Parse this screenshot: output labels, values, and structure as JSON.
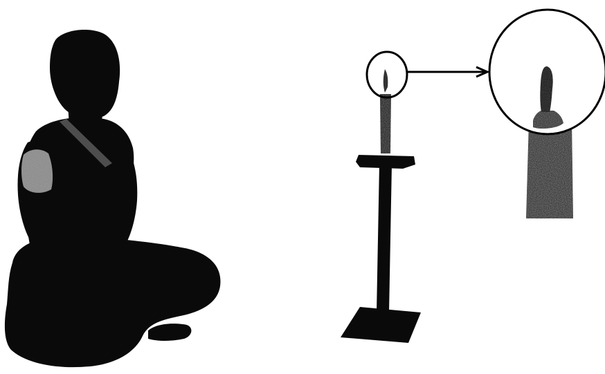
{
  "scene": {
    "background_color": "#ffffff",
    "silhouette_color": "#0a0a0a",
    "speckle_color": "#7a7a7a",
    "line_color": "#000000",
    "figure": {
      "kind": "seated-person-silhouette",
      "pose": "cross-legged"
    },
    "apparatus": {
      "kind": "candle-on-stand"
    },
    "callout": {
      "kind": "magnified-flame",
      "arrow_direction": "right"
    }
  }
}
